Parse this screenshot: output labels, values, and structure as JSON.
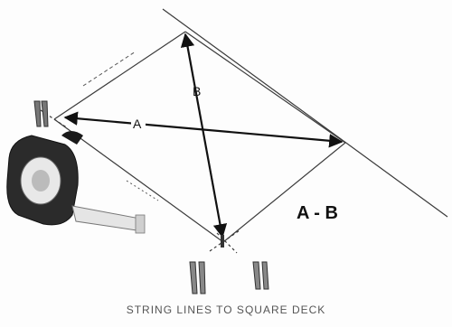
{
  "diagram": {
    "labels": {
      "diagonal_a": "A",
      "diagonal_b": "B",
      "equation": "A - B",
      "caption": "STRING LINES TO SQUARE DECK"
    },
    "colors": {
      "line": "#3a3a3a",
      "arrow": "#111111",
      "tape_body": "#2b2b2b",
      "tape_face": "#e8e8e8"
    },
    "icons": [
      "tape-measure-icon",
      "stake-icon"
    ]
  }
}
